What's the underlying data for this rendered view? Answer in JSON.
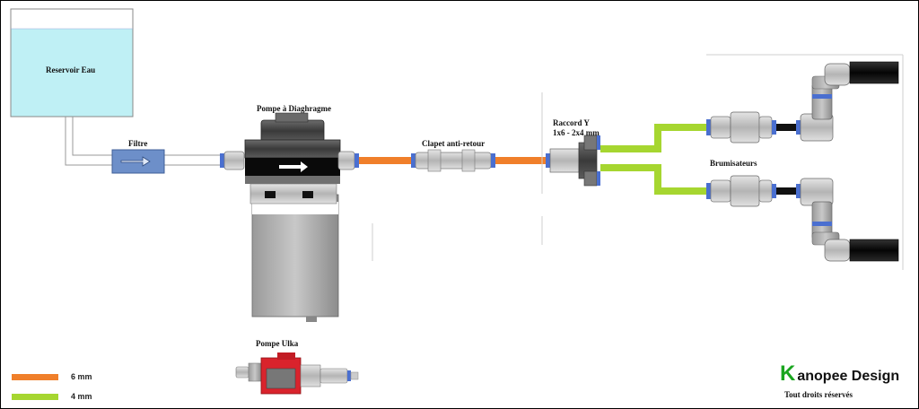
{
  "labels": {
    "reservoir": "Reservoir Eau",
    "filter": "Filtre",
    "pump": "Pompe à Diaghragme",
    "check_valve": "Clapet anti-retour",
    "y_fitting_line1": "Raccord Y",
    "y_fitting_line2": "1x6 - 2x4 mm",
    "misters": "Brumisateurs",
    "ulka_pump": "Pompe Ulka"
  },
  "legend": [
    {
      "label": "6 mm",
      "color": "#f07f2a"
    },
    {
      "label": "4 mm",
      "color": "#a6d630"
    }
  ],
  "branding": {
    "initial": "K",
    "name": "anopee Design",
    "rights": "Tout droits réservés"
  },
  "colors": {
    "water": "#bff0f5",
    "filter_blue": "#6d8fc9",
    "pump_gray": "#808080",
    "pump_dark": "#3a3a3a",
    "tube_6mm": "#f07f2a",
    "tube_4mm": "#a6d630",
    "ulka_red": "#d9232c",
    "fitting_blue": "#4a6fd0"
  }
}
